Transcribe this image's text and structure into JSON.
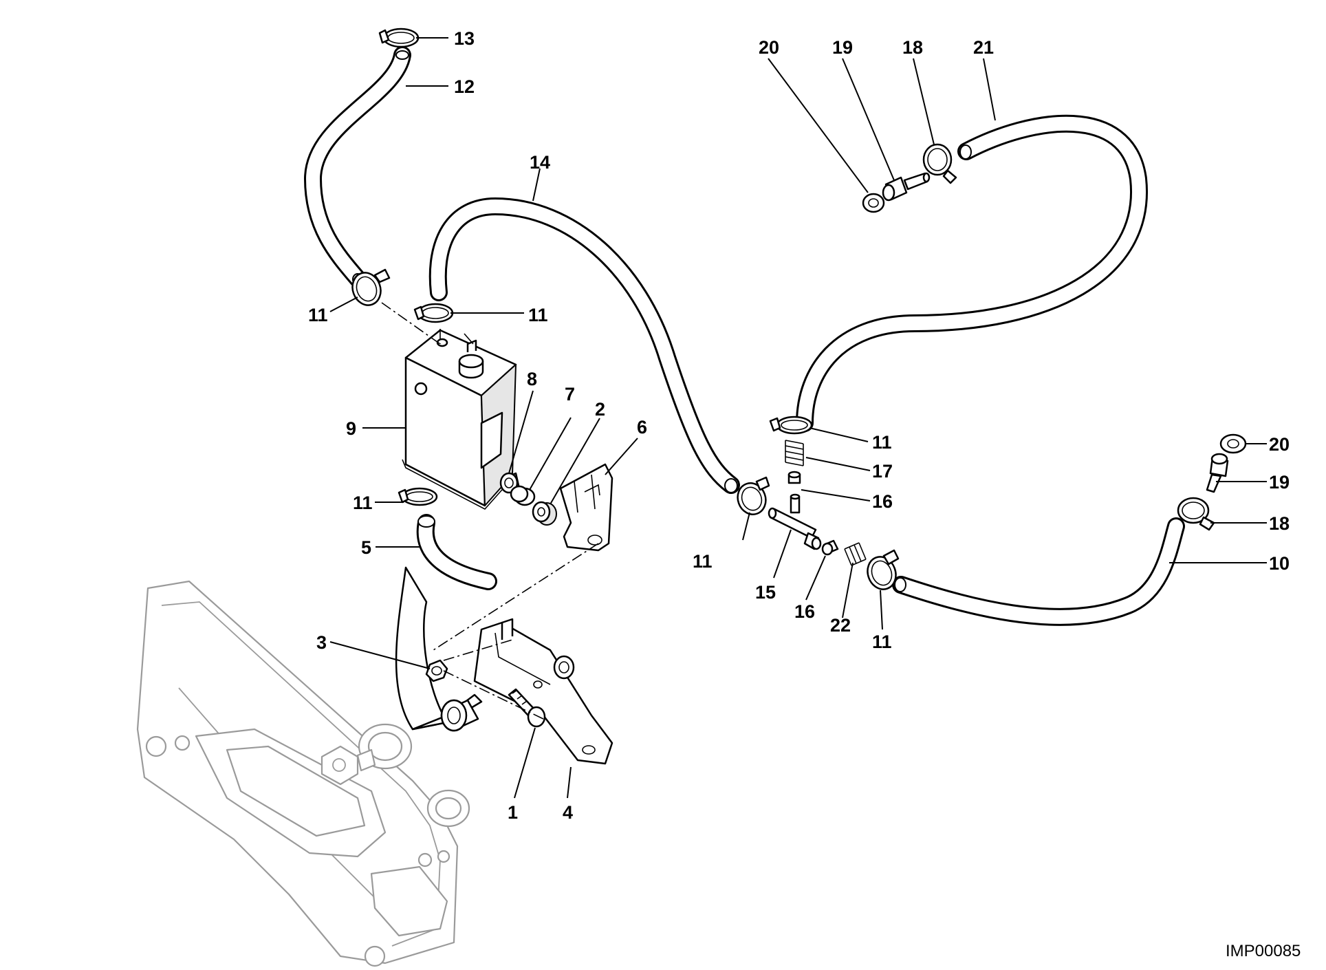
{
  "drawing_code": "IMP00085",
  "callouts": [
    {
      "id": "c13",
      "text": "13"
    },
    {
      "id": "c12",
      "text": "12"
    },
    {
      "id": "c14",
      "text": "14"
    },
    {
      "id": "c11a",
      "text": "11"
    },
    {
      "id": "c11b",
      "text": "11"
    },
    {
      "id": "c9",
      "text": "9"
    },
    {
      "id": "c8",
      "text": "8"
    },
    {
      "id": "c7",
      "text": "7"
    },
    {
      "id": "c2",
      "text": "2"
    },
    {
      "id": "c6",
      "text": "6"
    },
    {
      "id": "c11c",
      "text": "11"
    },
    {
      "id": "c5",
      "text": "5"
    },
    {
      "id": "c3",
      "text": "3"
    },
    {
      "id": "c1",
      "text": "1"
    },
    {
      "id": "c4",
      "text": "4"
    },
    {
      "id": "c20a",
      "text": "20"
    },
    {
      "id": "c19a",
      "text": "19"
    },
    {
      "id": "c18a",
      "text": "18"
    },
    {
      "id": "c21",
      "text": "21"
    },
    {
      "id": "c11d",
      "text": "11"
    },
    {
      "id": "c17",
      "text": "17"
    },
    {
      "id": "c16a",
      "text": "16"
    },
    {
      "id": "c11e",
      "text": "11"
    },
    {
      "id": "c15",
      "text": "15"
    },
    {
      "id": "c16b",
      "text": "16"
    },
    {
      "id": "c22",
      "text": "22"
    },
    {
      "id": "c11f",
      "text": "11"
    },
    {
      "id": "c20b",
      "text": "20"
    },
    {
      "id": "c19b",
      "text": "19"
    },
    {
      "id": "c18b",
      "text": "18"
    },
    {
      "id": "c10",
      "text": "10"
    }
  ]
}
